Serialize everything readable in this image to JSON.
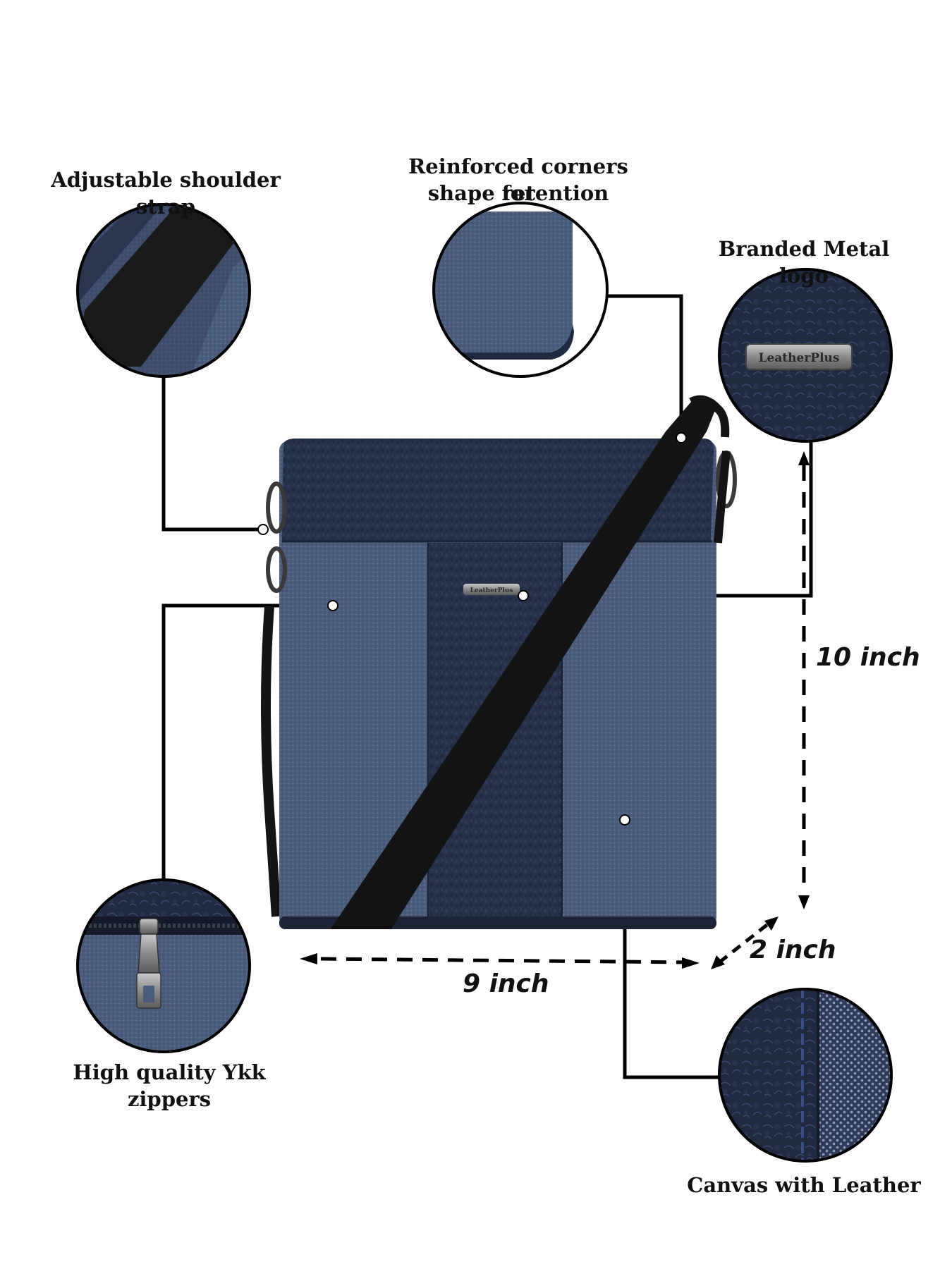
{
  "features": {
    "strap": "Adjustable shoulder strap",
    "corners_line1": "Reinforced corners for",
    "corners_line2": "shape retention",
    "logo": "Branded Metal logo",
    "zippers": "High quality Ykk zippers",
    "canvas": "Canvas with Leather"
  },
  "dimensions": {
    "height": "10 inch",
    "width": "9 inch",
    "depth": "2 inch"
  },
  "brand": {
    "logo_text": "LeatherPlus"
  },
  "colors": {
    "canvas": "#4a5b7c",
    "leather": "#26314a",
    "strap": "#141414",
    "metal": "#8a8a8a",
    "background": "#ffffff"
  }
}
